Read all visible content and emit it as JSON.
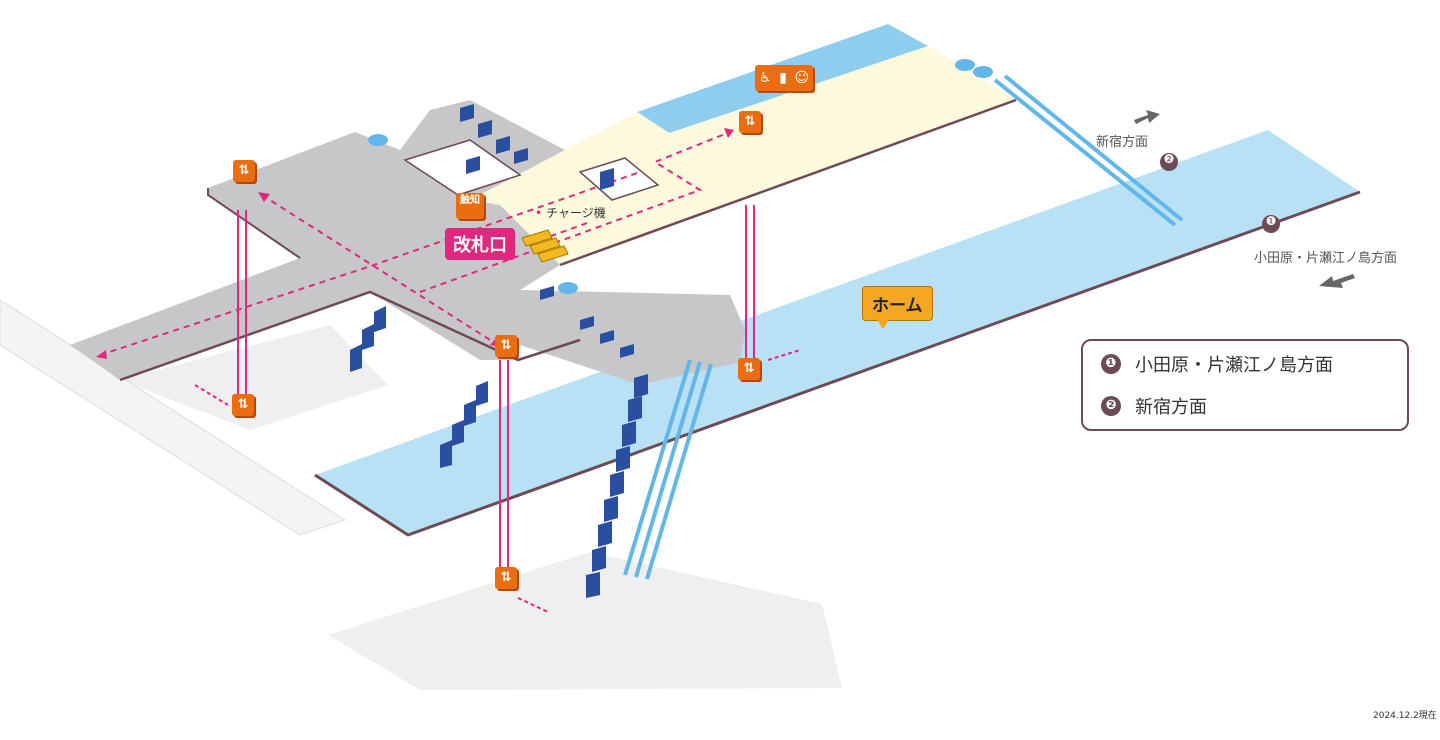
{
  "labels": {
    "gate": "改札口",
    "platform": "ホーム",
    "charge_machine": "チャージ機",
    "shinjuku_dir": "新宿方面",
    "odawara_dir": "小田原・片瀬江ノ島方面",
    "tactile": "触知",
    "date": "2024.12.2現在"
  },
  "markers": {
    "one": "❶",
    "two": "❷"
  },
  "legend": [
    {
      "num": "❶",
      "text": "小田原・片瀬江ノ島方面"
    },
    {
      "num": "❷",
      "text": "新宿方面"
    }
  ],
  "colors": {
    "concourse": "#c7c7c9",
    "gate_area": "#fdf9dc",
    "platform": "#b9e1f5",
    "track_edge": "#6e4a55",
    "stairs": "#2a4fa0",
    "escalator": "#62b6e8",
    "elevator_line": "#e0287f",
    "route_line": "#e0287f",
    "icon_orange": "#ea6d12",
    "gate_badge": "#e0287f",
    "home_badge": "#f5a623",
    "arrow_gray": "#666666"
  },
  "icons": {
    "elevator": "elevator-icon",
    "wheelchair": "wheelchair-icon",
    "toilet": "restroom-icon",
    "multipurpose": "family-icon",
    "tactile_map": "tactile-map-icon"
  }
}
